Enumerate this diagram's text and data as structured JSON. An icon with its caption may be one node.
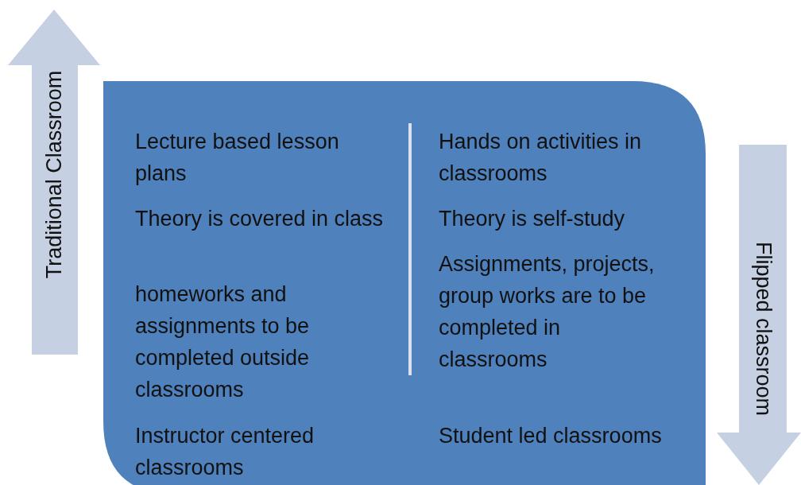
{
  "diagram": {
    "nodes": [
      {
        "text": [
          "Traditional Classroom"
        ]
      },
      {
        "text": [
          "Lecture based lesson plans",
          "Theory is covered in class",
          "homeworks and assignments to be completed outside classrooms",
          "Instructor centered classrooms",
          "Hands on activities in classrooms",
          "Theory is self-study",
          "Assignments, projects, group works are to be completed in classrooms",
          "Student led classrooms"
        ]
      },
      {
        "text": [
          "Flipped classroom"
        ]
      }
    ]
  }
}
